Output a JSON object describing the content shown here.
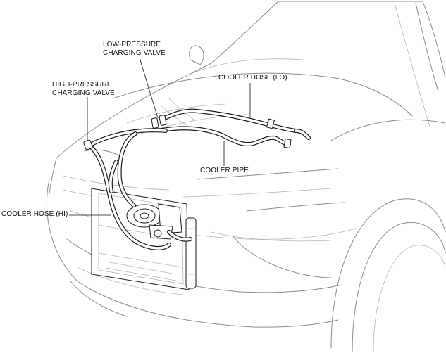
{
  "labels": {
    "low_pressure_valve": [
      "LOW-PRESSURE",
      "CHARGING VALVE"
    ],
    "high_pressure_valve": [
      "HIGH-PRESSURE",
      "CHARGING VALVE"
    ],
    "cooler_hose_lo": "COOLER HOSE (LO)",
    "cooler_pipe": "COOLER PIPE",
    "cooler_hose_hi": "COOLER HOSE (HI)"
  },
  "colors": {
    "line_art": "#1a1a1a",
    "body_outline": "#8a8a8a"
  }
}
